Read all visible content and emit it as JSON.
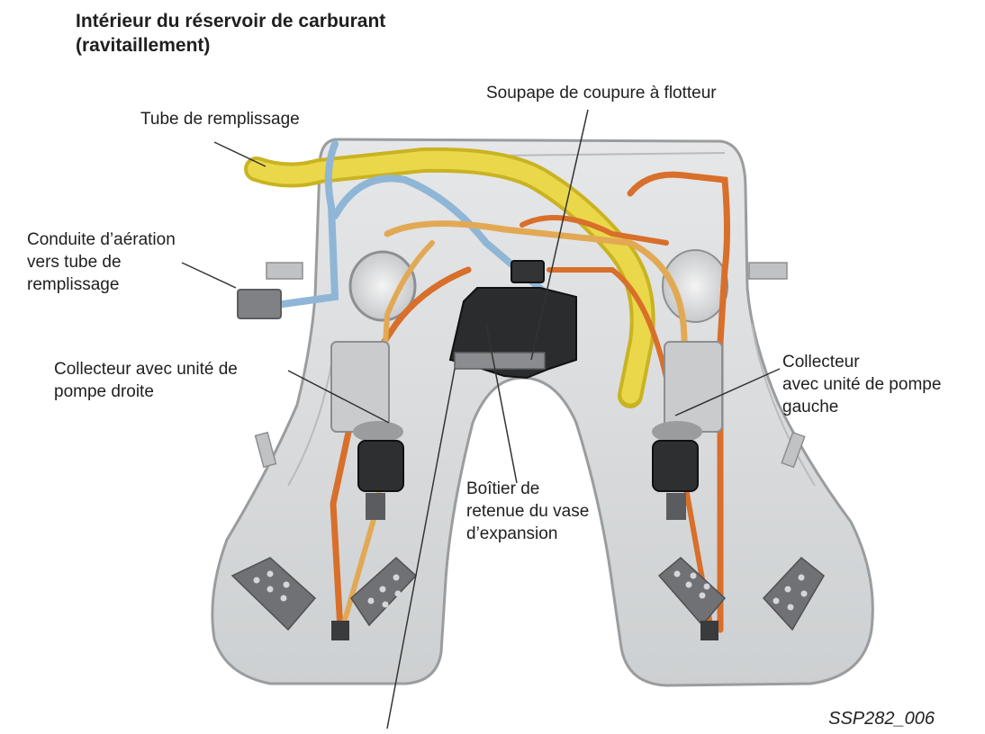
{
  "title": {
    "line1": "Intérieur du réservoir de carburant",
    "line2": "(ravitaillement)"
  },
  "labels": {
    "tube_remplissage": "Tube de remplissage",
    "soupape": "Soupape de coupure à flotteur",
    "conduite_l1": "Conduite d’aération",
    "conduite_l2": "vers tube de",
    "conduite_l3": "remplissage",
    "collecteur_droite_l1": "Collecteur avec unité de",
    "collecteur_droite_l2": "pompe droite",
    "collecteur_gauche_l1": "Collecteur",
    "collecteur_gauche_l2": "avec unité de pompe",
    "collecteur_gauche_l3": "gauche",
    "boitier_l1": "Boîtier de",
    "boitier_l2": "retenue du vase",
    "boitier_l3": "d’expansion"
  },
  "figure_code": "SSP282_006",
  "colors": {
    "tank_fill": "#d9dadb",
    "tank_stroke": "#9a9c9e",
    "filler_tube": "#e2cf2c",
    "vent_line": "#8fb6d6",
    "fuel_line": "#d86f2a",
    "fuel_line_light": "#e2a955",
    "housing": "#2b2c2e",
    "leader": "#333333"
  }
}
